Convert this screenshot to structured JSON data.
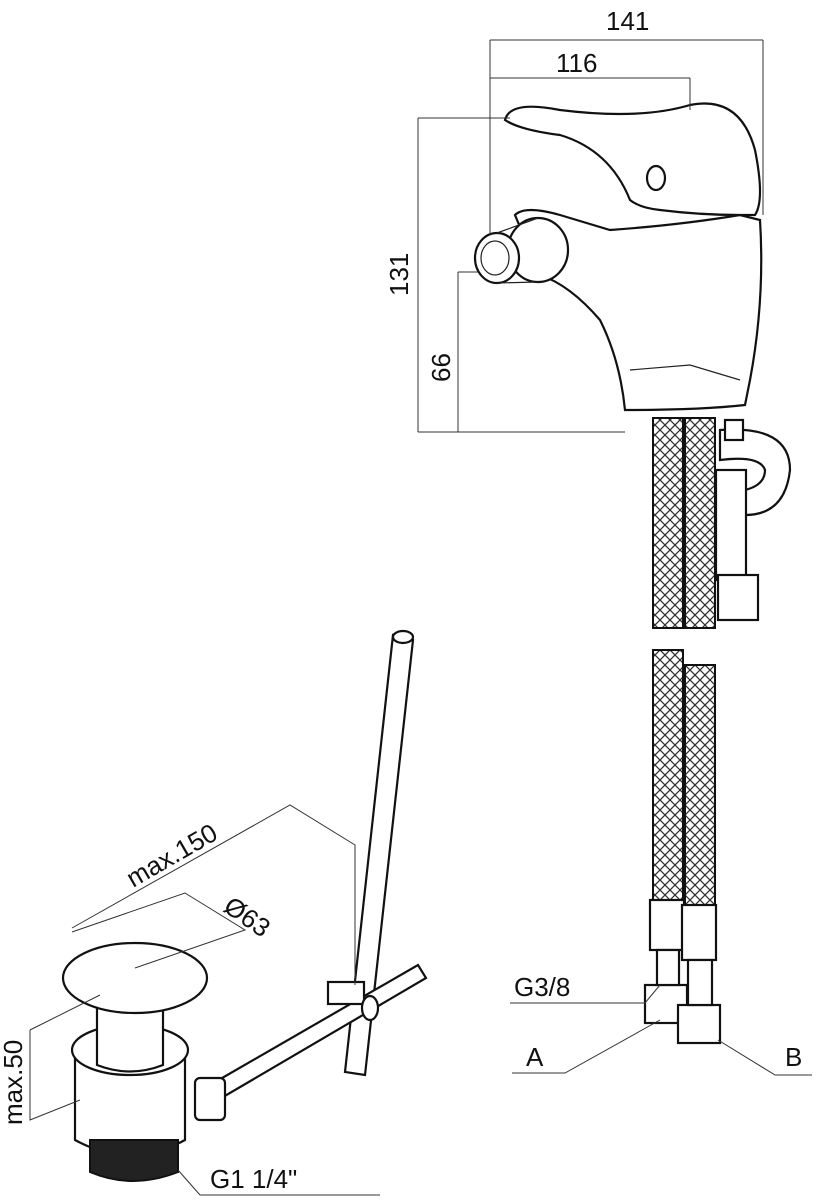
{
  "title": "Bidet mixer technical drawing",
  "dimensions": {
    "overall_width": "141",
    "spout_width": "116",
    "overall_height": "131",
    "spout_height": "66",
    "rod_length": "max.150",
    "plug_diameter": "Ø63",
    "waste_height": "max.50"
  },
  "connections": {
    "waste_thread": "G1 1/4\"",
    "hose_thread": "G3/8",
    "hose_a": "A",
    "hose_b": "B"
  },
  "colors": {
    "line": "#111111",
    "background": "#ffffff"
  }
}
